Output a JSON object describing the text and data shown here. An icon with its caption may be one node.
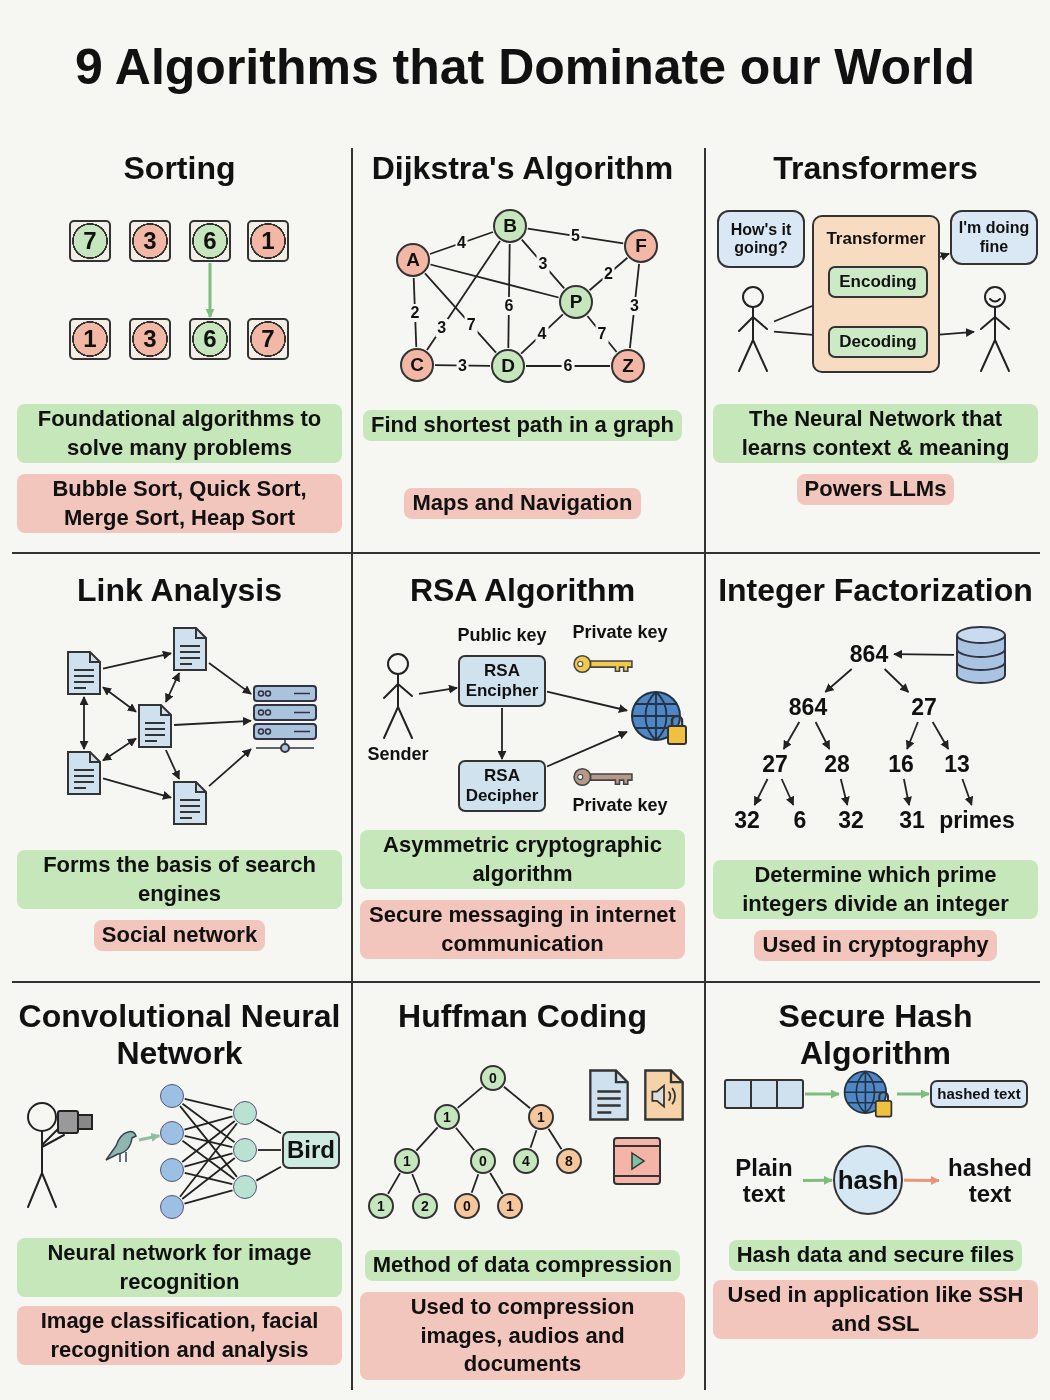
{
  "diagram": {
    "title": "9 Algorithms that Dominate our World",
    "nodes": [
      {
        "text": [
          "7"
        ]
      },
      {
        "text": [
          "3"
        ]
      },
      {
        "text": [
          "6"
        ]
      },
      {
        "text": [
          "1"
        ]
      },
      {
        "text": [
          "1"
        ]
      },
      {
        "text": [
          "3"
        ]
      },
      {
        "text": [
          "6"
        ]
      },
      {
        "text": [
          "7"
        ]
      },
      {
        "text": [
          "A"
        ]
      },
      {
        "text": [
          "B"
        ]
      },
      {
        "text": [
          "F"
        ]
      },
      {
        "text": [
          "P"
        ]
      },
      {
        "text": [
          "C"
        ]
      },
      {
        "text": [
          "D"
        ]
      },
      {
        "text": [
          "Z"
        ]
      },
      {
        "text": [
          "How's it going?"
        ]
      },
      {
        "text": [],
        "shape": "person"
      },
      {
        "text": [
          "Transformer"
        ]
      },
      {
        "text": [
          "Encoding"
        ],
        "in": 17
      },
      {
        "text": [
          "Decoding"
        ],
        "in": 17
      },
      {
        "text": [
          "I'm doing fine"
        ]
      },
      {
        "text": [],
        "shape": "person"
      },
      {
        "text": [],
        "shape": "document"
      },
      {
        "text": [],
        "shape": "document"
      },
      {
        "text": [],
        "shape": "document"
      },
      {
        "text": [],
        "shape": "document"
      },
      {
        "text": [],
        "shape": "document"
      },
      {
        "text": [],
        "shape": "server"
      },
      {
        "text": [],
        "shape": "person",
        "beside": [
          "Sender"
        ]
      },
      {
        "text": [
          "RSA Encipher"
        ],
        "beside": [
          "Public key"
        ]
      },
      {
        "text": [
          "RSA Decipher"
        ]
      },
      {
        "text": [],
        "shape": "globe"
      },
      {
        "text": [
          "864"
        ]
      },
      {
        "text": [],
        "shape": "cylinder"
      },
      {
        "text": [
          "864"
        ]
      },
      {
        "text": [
          "27"
        ]
      },
      {
        "text": [
          "27"
        ]
      },
      {
        "text": [
          "28"
        ]
      },
      {
        "text": [
          "16"
        ]
      },
      {
        "text": [
          "13"
        ]
      },
      {
        "text": [
          "32"
        ]
      },
      {
        "text": [
          "6"
        ]
      },
      {
        "text": [
          "32"
        ]
      },
      {
        "text": [
          "31"
        ]
      },
      {
        "text": [
          "primes"
        ]
      },
      {
        "text": [],
        "shape": "person"
      },
      {
        "text": [],
        "shape": "bird"
      },
      {
        "text": [],
        "shape": "circle"
      },
      {
        "text": [],
        "shape": "circle"
      },
      {
        "text": [],
        "shape": "circle"
      },
      {
        "text": [],
        "shape": "circle"
      },
      {
        "text": [],
        "shape": "circle"
      },
      {
        "text": [],
        "shape": "circle"
      },
      {
        "text": [],
        "shape": "circle"
      },
      {
        "text": [
          "Bird"
        ]
      },
      {
        "text": [
          "0"
        ]
      },
      {
        "text": [
          "1"
        ]
      },
      {
        "text": [
          "1"
        ]
      },
      {
        "text": [
          "1"
        ]
      },
      {
        "text": [
          "0"
        ]
      },
      {
        "text": [
          "4"
        ]
      },
      {
        "text": [
          "8"
        ]
      },
      {
        "text": [
          "1"
        ]
      },
      {
        "text": [
          "2"
        ]
      },
      {
        "text": [
          "0"
        ]
      },
      {
        "text": [
          "1"
        ]
      },
      {
        "text": [],
        "shape": "bar"
      },
      {
        "text": [],
        "shape": "globe"
      },
      {
        "text": [
          "hashed text"
        ]
      },
      {
        "text": [
          "Plain text"
        ]
      },
      {
        "text": [
          "hash"
        ]
      },
      {
        "text": [
          "hashed text"
        ]
      }
    ],
    "edges": [
      {
        "from": 2,
        "to": 6,
        "arrow": "to",
        "color": "#7cbf7c"
      },
      {
        "from": 8,
        "to": 9,
        "arrow": "none",
        "label": "4"
      },
      {
        "from": 9,
        "to": 10,
        "arrow": "none",
        "label": "5"
      },
      {
        "from": 8,
        "to": 12,
        "arrow": "none",
        "label": "2"
      },
      {
        "from": 9,
        "to": 12,
        "arrow": "none",
        "label": "3"
      },
      {
        "from": 8,
        "to": 13,
        "arrow": "none",
        "label": "7"
      },
      {
        "from": 9,
        "to": 13,
        "arrow": "none",
        "label": "6"
      },
      {
        "from": 9,
        "to": 11,
        "arrow": "none",
        "label": "3"
      },
      {
        "from": 8,
        "to": 11,
        "arrow": "none"
      },
      {
        "from": 11,
        "to": 10,
        "arrow": "none",
        "label": "2"
      },
      {
        "from": 13,
        "to": 11,
        "arrow": "none",
        "label": "4"
      },
      {
        "from": 11,
        "to": 14,
        "arrow": "none",
        "label": "7"
      },
      {
        "from": 10,
        "to": 14,
        "arrow": "none",
        "label": "3"
      },
      {
        "from": 12,
        "to": 13,
        "arrow": "none",
        "label": "3"
      },
      {
        "from": 13,
        "to": 14,
        "arrow": "none",
        "label": "6"
      },
      {
        "from": 16,
        "to": 18,
        "arrow": "to"
      },
      {
        "from": 18,
        "to": 20,
        "arrow": "to"
      },
      {
        "from": 16,
        "to": 19,
        "arrow": "to"
      },
      {
        "from": 19,
        "to": 21,
        "arrow": "to"
      },
      {
        "from": 22,
        "to": 23,
        "arrow": "to"
      },
      {
        "from": 22,
        "to": 24,
        "arrow": "both"
      },
      {
        "from": 22,
        "to": 25,
        "arrow": "both"
      },
      {
        "from": 24,
        "to": 23,
        "arrow": "both"
      },
      {
        "from": 23,
        "to": 27,
        "arrow": "to"
      },
      {
        "from": 24,
        "to": 27,
        "arrow": "to"
      },
      {
        "from": 24,
        "to": 26,
        "arrow": "to"
      },
      {
        "from": 25,
        "to": 24,
        "arrow": "both"
      },
      {
        "from": 25,
        "to": 26,
        "arrow": "to"
      },
      {
        "from": 26,
        "to": 27,
        "arrow": "to"
      },
      {
        "from": 28,
        "to": 29,
        "arrow": "to"
      },
      {
        "from": 29,
        "to": 30,
        "arrow": "to"
      },
      {
        "from": 29,
        "to": 31,
        "arrow": "to"
      },
      {
        "from": 30,
        "to": 31,
        "arrow": "to"
      },
      {
        "from": 33,
        "to": 32,
        "arrow": "to"
      },
      {
        "from": 32,
        "to": 34,
        "arrow": "to"
      },
      {
        "from": 32,
        "to": 35,
        "arrow": "to"
      },
      {
        "from": 34,
        "to": 36,
        "arrow": "to"
      },
      {
        "from": 34,
        "to": 37,
        "arrow": "to"
      },
      {
        "from": 35,
        "to": 38,
        "arrow": "to"
      },
      {
        "from": 35,
        "to": 39,
        "arrow": "to"
      },
      {
        "from": 36,
        "to": 40,
        "arrow": "to"
      },
      {
        "from": 36,
        "to": 41,
        "arrow": "to"
      },
      {
        "from": 37,
        "to": 42,
        "arrow": "to"
      },
      {
        "from": 38,
        "to": 43,
        "arrow": "to"
      },
      {
        "from": 39,
        "to": 44,
        "arrow": "to"
      },
      {
        "from": 46,
        "to": 48,
        "arrow": "to",
        "color": "#8fbfa0"
      },
      {
        "from": 47,
        "to": 51,
        "arrow": "none"
      },
      {
        "from": 47,
        "to": 52,
        "arrow": "none"
      },
      {
        "from": 47,
        "to": 53,
        "arrow": "none"
      },
      {
        "from": 48,
        "to": 51,
        "arrow": "none"
      },
      {
        "from": 48,
        "to": 52,
        "arrow": "none"
      },
      {
        "from": 48,
        "to": 53,
        "arrow": "none"
      },
      {
        "from": 49,
        "to": 51,
        "arrow": "none"
      },
      {
        "from": 49,
        "to": 52,
        "arrow": "none"
      },
      {
        "from": 49,
        "to": 53,
        "arrow": "none"
      },
      {
        "from": 50,
        "to": 51,
        "arrow": "none"
      },
      {
        "from": 50,
        "to": 52,
        "arrow": "none"
      },
      {
        "from": 50,
        "to": 53,
        "arrow": "none"
      },
      {
        "from": 51,
        "to": 54,
        "arrow": "none"
      },
      {
        "from": 52,
        "to": 54,
        "arrow": "none"
      },
      {
        "from": 53,
        "to": 54,
        "arrow": "none"
      },
      {
        "from": 55,
        "to": 56,
        "arrow": "none"
      },
      {
        "from": 55,
        "to": 57,
        "arrow": "none"
      },
      {
        "from": 56,
        "to": 58,
        "arrow": "none"
      },
      {
        "from": 56,
        "to": 59,
        "arrow": "none"
      },
      {
        "from": 57,
        "to": 60,
        "arrow": "none"
      },
      {
        "from": 57,
        "to": 61,
        "arrow": "none"
      },
      {
        "from": 58,
        "to": 62,
        "arrow": "none"
      },
      {
        "from": 58,
        "to": 63,
        "arrow": "none"
      },
      {
        "from": 59,
        "to": 64,
        "arrow": "none"
      },
      {
        "from": 59,
        "to": 65,
        "arrow": "none"
      },
      {
        "from": 66,
        "to": 67,
        "arrow": "to",
        "color": "#7cbf7c"
      },
      {
        "from": 67,
        "to": 68,
        "arrow": "to",
        "color": "#7cbf7c"
      },
      {
        "from": 69,
        "to": 70,
        "arrow": "to",
        "color": "#7cbf7c"
      },
      {
        "from": 70,
        "to": 71,
        "arrow": "to",
        "color": "#e8967a"
      }
    ],
    "labels": [
      "Sorting",
      "Foundational algorithms to solve many problems",
      "Bubble Sort, Quick Sort, Merge Sort, Heap Sort",
      "Dijkstra's Algorithm",
      "Find shortest path in a graph",
      "Maps and Navigation",
      "Transformers",
      "The Neural Network that learns context & meaning",
      "Powers LLMs",
      "Link Analysis",
      "Forms the basis of search engines",
      "Social network",
      "RSA Algorithm",
      "Asymmetric cryptographic algorithm",
      "Secure messaging in internet communication",
      "Integer Factorization",
      "Determine which prime integers divide an integer",
      "Used in cryptography",
      "Convolutional Neural Network",
      "Neural network for image recognition",
      "Image classification, facial recognition and analysis",
      "Huffman Coding",
      "Method of data compression",
      "Used to compression images, audios and documents",
      "Secure Hash Algorithm",
      "Hash data and secure files",
      "Used in application like SSH and SSL",
      "Private key",
      "Private key"
    ]
  }
}
